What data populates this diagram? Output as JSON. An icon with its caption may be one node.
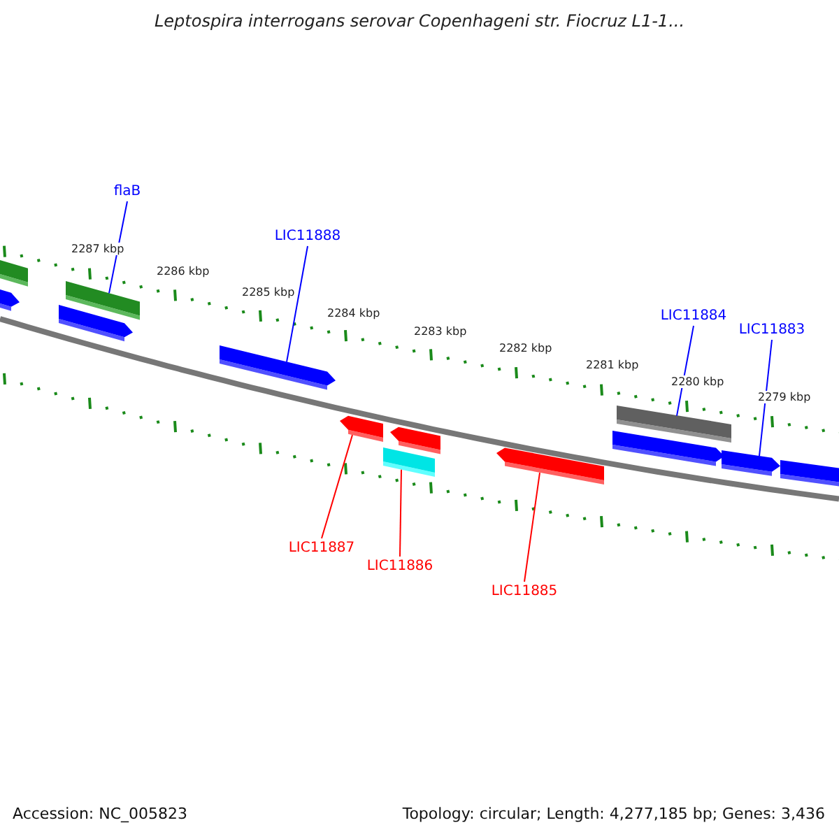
{
  "diagram": {
    "title": "Leptospira interrogans serovar Copenhageni str. Fiocruz L1-1...",
    "nodes": [
      {
        "text": [
          "flaB"
        ]
      },
      {
        "text": [
          "LIC11888"
        ]
      },
      {
        "text": [
          "LIC11884"
        ]
      },
      {
        "text": [
          "LIC11883"
        ]
      },
      {
        "text": [
          "LIC11887"
        ]
      },
      {
        "text": [
          "LIC11886"
        ]
      },
      {
        "text": [
          "LIC11885"
        ]
      },
      {
        "text": [],
        "shape": "bar"
      },
      {
        "text": [],
        "shape": "bar"
      },
      {
        "text": [],
        "shape": "bar"
      },
      {
        "text": [],
        "shape": "bar"
      },
      {
        "text": [],
        "shape": "bar"
      },
      {
        "text": [],
        "shape": "bar"
      },
      {
        "text": [],
        "shape": "bar"
      },
      {
        "text": [],
        "shape": "bar"
      },
      {
        "text": [],
        "shape": "bar"
      },
      {
        "text": [],
        "shape": "bar"
      },
      {
        "text": [],
        "shape": "bar"
      },
      {
        "text": [],
        "shape": "bar"
      },
      {
        "text": [],
        "shape": "bar"
      }
    ],
    "edges": [
      {
        "from": 0,
        "to": 9,
        "arrow": "none"
      },
      {
        "from": 1,
        "to": 11,
        "arrow": "none"
      },
      {
        "from": 2,
        "to": 16,
        "arrow": "none"
      },
      {
        "from": 3,
        "to": 18,
        "arrow": "none"
      },
      {
        "from": 4,
        "to": 12,
        "arrow": "none",
        "color": "#ff0000"
      },
      {
        "from": 5,
        "to": 14,
        "arrow": "none",
        "color": "#ff0000"
      },
      {
        "from": 6,
        "to": 15,
        "arrow": "none",
        "color": "#ff0000"
      }
    ],
    "labels": [
      "2287 kbp",
      "2286 kbp",
      "2285 kbp",
      "2284 kbp",
      "2283 kbp",
      "2282 kbp",
      "2281 kbp",
      "2280 kbp",
      "2279 kbp",
      "Accession: NC_005823",
      "Topology: circular; Length: 4,277,185 bp; Genes: 3,436"
    ]
  }
}
